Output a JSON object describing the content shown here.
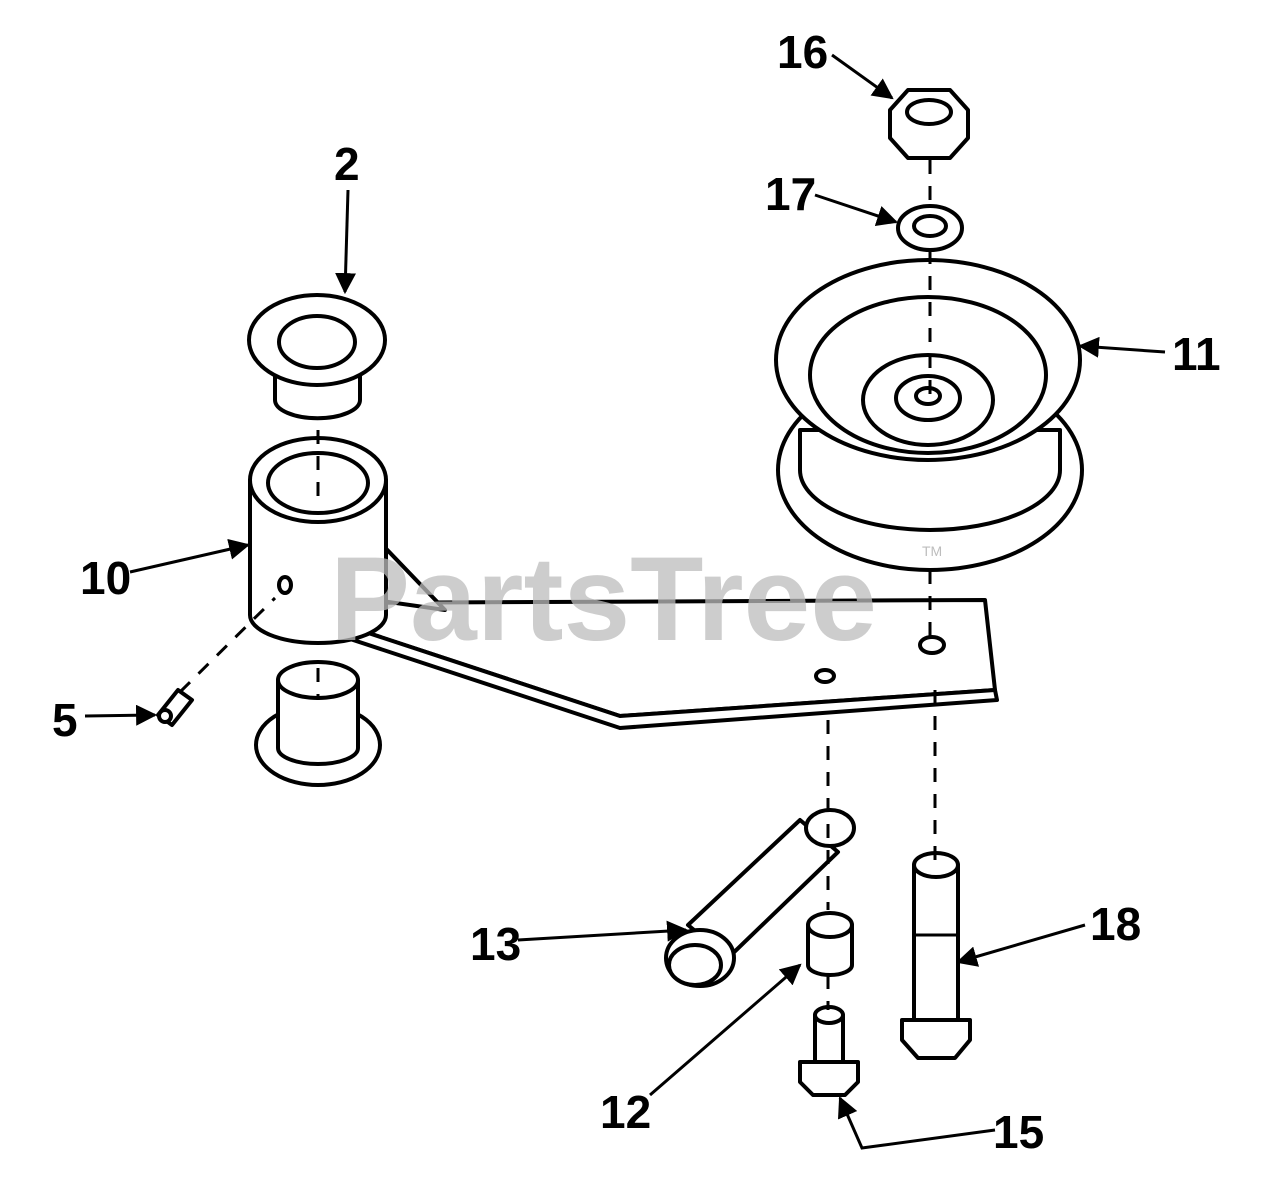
{
  "watermark": {
    "text": "PartsTree",
    "mark": "TM"
  },
  "callouts": {
    "c2": "2",
    "c5": "5",
    "c10": "10",
    "c11": "11",
    "c12": "12",
    "c13": "13",
    "c15": "15",
    "c16": "16",
    "c17": "17",
    "c18": "18"
  },
  "colors": {
    "ink": "#000000",
    "paper": "#ffffff",
    "watermark": "#bdbdbd"
  }
}
